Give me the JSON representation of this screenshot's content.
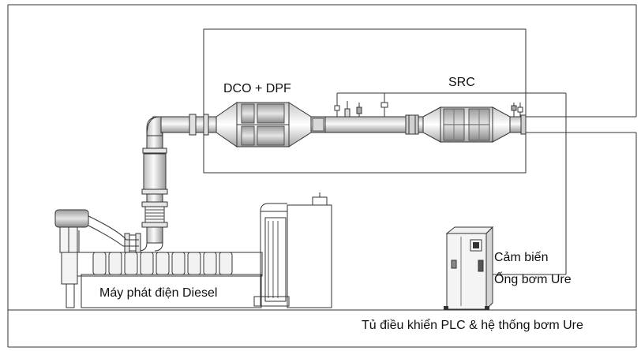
{
  "labels": {
    "dco_dpf": "DCO + DPF",
    "src": "SRC",
    "sensor": "Cảm biến",
    "urea_pipe": "Ống bơm Ure",
    "generator": "Máy phát điện Diesel",
    "plc_cabinet": "Tủ điều khiển PLC & hệ thống bơm Ure"
  }
}
